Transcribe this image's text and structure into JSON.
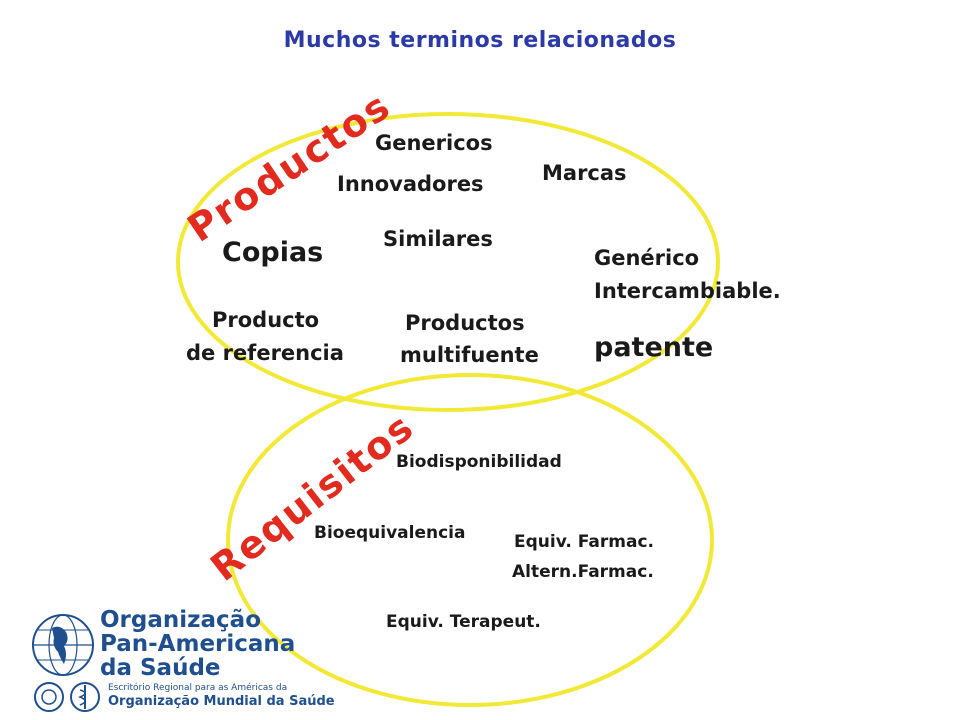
{
  "title": "Muchos terminos relacionados",
  "colors": {
    "title": "#2b3aa6",
    "circle": "#f2e936",
    "rotated_label": "#e32a1f",
    "logo_blue": "#1f4f8f"
  },
  "top_circle": {
    "label": "Productos",
    "terms": {
      "genericos": "Genericos",
      "innovadores": "Innovadores",
      "marcas": "Marcas",
      "similares": "Similares",
      "copias": "Copias",
      "generico_1": "Genérico",
      "generico_2": "Intercambiable.",
      "producto_ref_1": "Producto",
      "producto_ref_2": "de referencia",
      "productos_multi_1": "Productos",
      "productos_multi_2": "multifuente",
      "patente": "patente"
    }
  },
  "bottom_circle": {
    "label": "Requisitos",
    "terms": {
      "biodisponibilidad": "Biodisponibilidad",
      "bioequivalencia": "Bioequivalencia",
      "equiv_farmac": "Equiv. Farmac.",
      "altern_farmac": "Altern.Farmac.",
      "equiv_terapeut": "Equiv. Terapeut."
    }
  },
  "logo": {
    "line1": "Organização",
    "line2": "Pan-Americana",
    "line3": "da Saúde",
    "small": "Escritório Regional para as Américas da",
    "sub": "Organização Mundial da Saúde"
  }
}
